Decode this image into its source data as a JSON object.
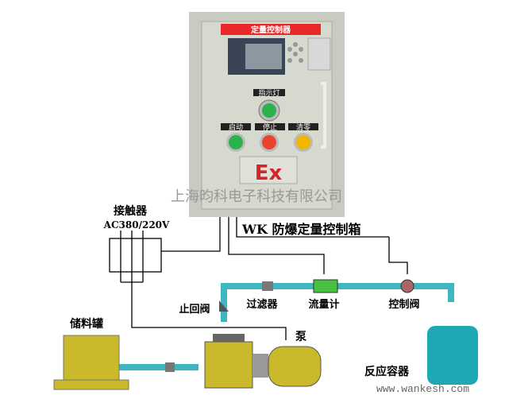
{
  "cabinet": {
    "title_plate": "定量控制器",
    "indicator_label": "指示灯",
    "buttons": [
      {
        "label": "启动",
        "color": "#2bb24c"
      },
      {
        "label": "停止",
        "color": "#e8452c"
      },
      {
        "label": "清零",
        "color": "#f2b500"
      }
    ],
    "ex_mark": "Ex"
  },
  "labels": {
    "contactor": "接触器",
    "contactor_voltage": "AC380/220V",
    "cabinet_name": "WK 防爆定量控制箱",
    "check_valve": "止回阀",
    "filter": "过滤器",
    "flowmeter": "流量计",
    "control_valve": "控制阀",
    "pump": "泵",
    "storage_tank": "储料罐",
    "reactor": "反应容器"
  },
  "watermark": {
    "company": "上海昀科电子科技有限公司",
    "url": "www.wankesh.com"
  },
  "colors": {
    "pipe": "#3fb7c0",
    "tank": "#c9b92b",
    "reactor": "#1ea8b4",
    "cabinet": "#d3d6cc"
  }
}
